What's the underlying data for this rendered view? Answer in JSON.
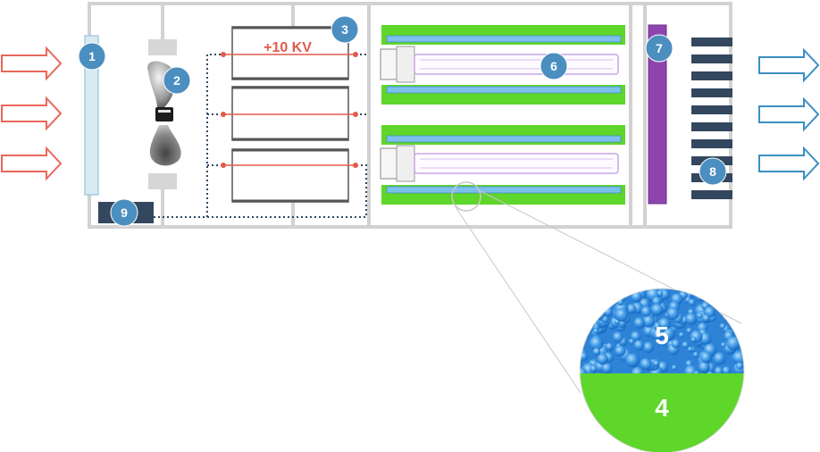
{
  "voltage_label": "+10 KV",
  "markers": [
    "1",
    "2",
    "3",
    "4",
    "5",
    "6",
    "7",
    "8",
    "9"
  ],
  "colors": {
    "frame": "#cfcfcf",
    "inflow_arrow": "#e8675a",
    "outflow_arrow": "#3a8fc2",
    "marker_fill": "#4b8ec0",
    "green_media": "#5ed62a",
    "blue_strip": "#6fb5e6",
    "uv_purple": "#8e44ad",
    "electrode_red": "#e35a4c",
    "dark_block": "#33475e"
  }
}
